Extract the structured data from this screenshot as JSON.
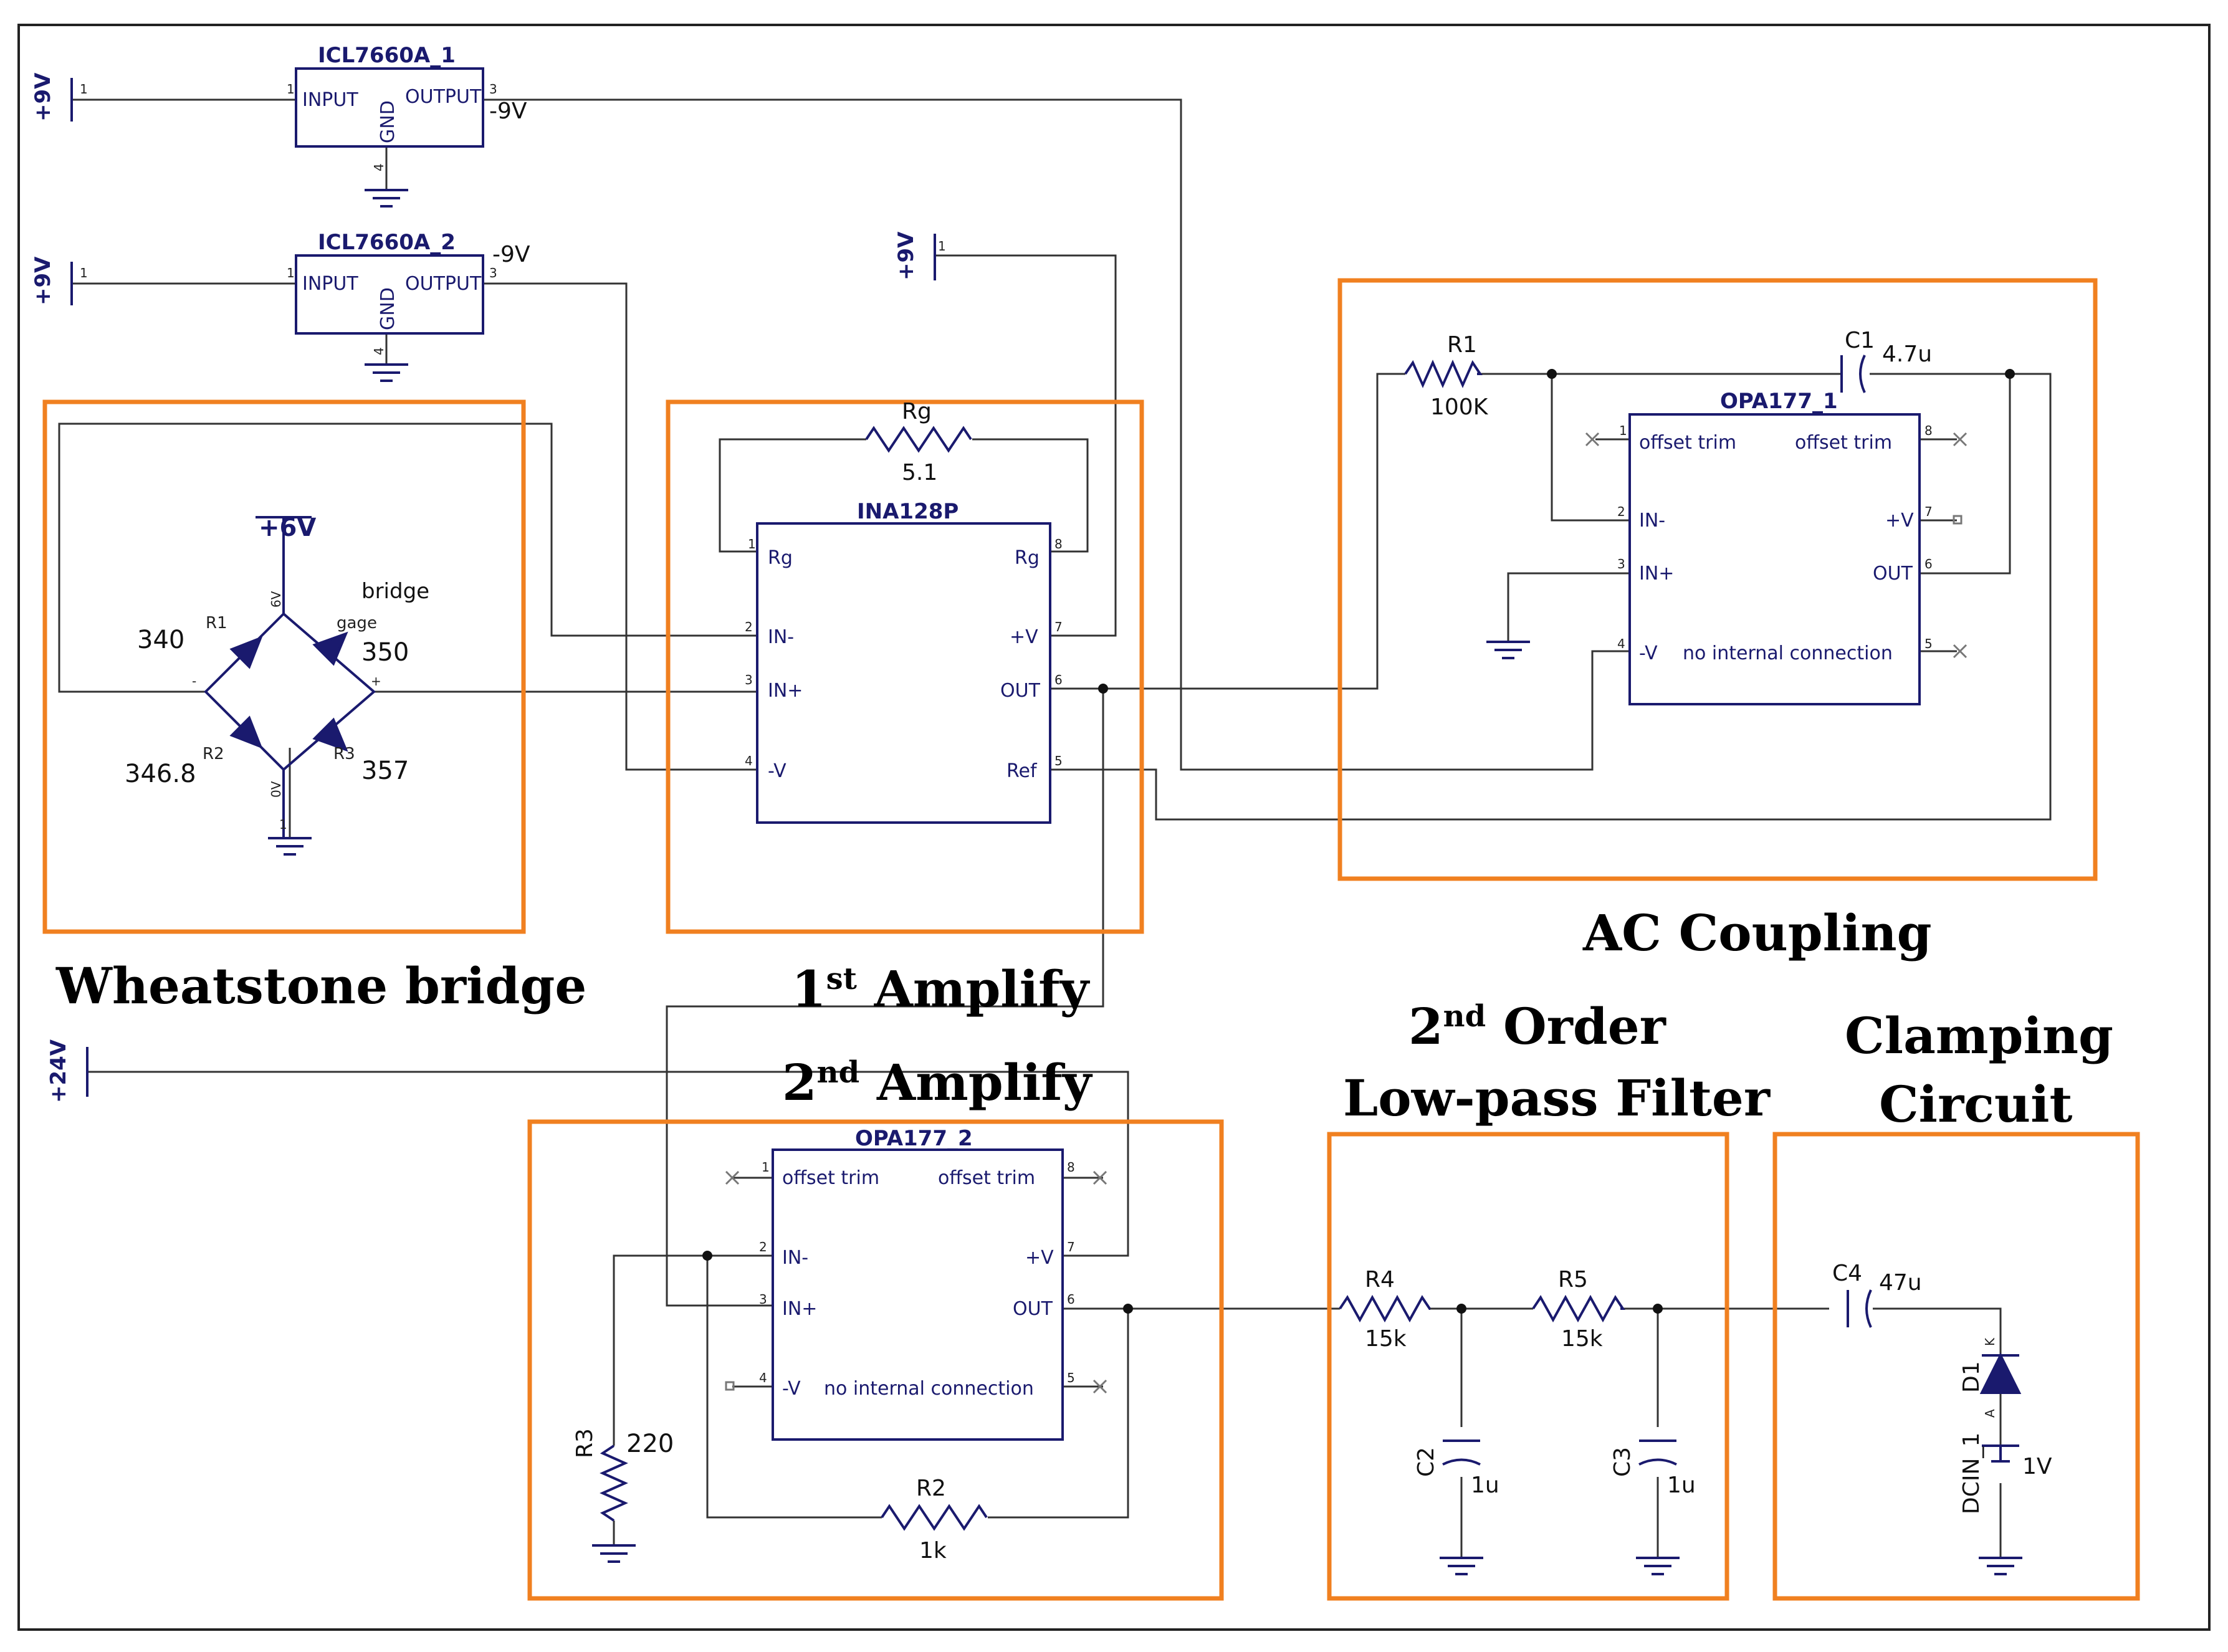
{
  "sections": {
    "wheatstone": "Wheatstone bridge",
    "amp1_ordinal": "1",
    "amp1_suffix": "st",
    "amp1_word": " Amplify",
    "amp2_ordinal": "2",
    "amp2_suffix": "nd",
    "amp2_word": " Amplify",
    "ac": "AC Coupling",
    "lpf_ordinal": "2",
    "lpf_suffix": "nd",
    "lpf_word": "  Order",
    "lpf_line2": "Low-pass Filter",
    "clamp_line1": "Clamping",
    "clamp_line2": "Circuit"
  },
  "rails": {
    "p9v_1": "+9V",
    "p9v_2": "+9V",
    "p9v_3": "+9V",
    "p6v": "+6V",
    "p24v": "+24V",
    "m9v_1": "-9V",
    "m9v_2": "-9V"
  },
  "icl1": {
    "name": "ICL7660A_1",
    "input": "INPUT",
    "output": "OUTPUT",
    "gnd": "GND",
    "p1": "1",
    "p3": "3",
    "p4": "4"
  },
  "icl2": {
    "name": "ICL7660A_2",
    "input": "INPUT",
    "output": "OUTPUT",
    "gnd": "GND",
    "p1": "1",
    "p3": "3",
    "p4": "4"
  },
  "bridge": {
    "title": "bridge",
    "gage": "gage",
    "r1": "R1",
    "r1_val": "340",
    "r2": "R2",
    "r2_val": "346.8",
    "r3": "R3",
    "r3_val": "357",
    "gage_val": "350",
    "top": "6V",
    "bottom": "0V",
    "minus": "-",
    "plus": "+",
    "pin1": "1"
  },
  "ina": {
    "name": "INA128P",
    "rg_label": "Rg",
    "rg_val": "5.1",
    "p_rg1": "Rg",
    "p_inm": "IN-",
    "p_inp": "IN+",
    "p_mv": "-V",
    "p_rg8": "Rg",
    "p_pv": "+V",
    "p_out": "OUT",
    "p_ref": "Ref",
    "n1": "1",
    "n2": "2",
    "n3": "3",
    "n4": "4",
    "n5": "5",
    "n6": "6",
    "n7": "7",
    "n8": "8"
  },
  "opa1": {
    "name": "OPA177_1",
    "offset_l": "offset trim",
    "offset_r": "offset trim",
    "inm": "IN-",
    "inp": "IN+",
    "mv": "-V",
    "nic": "no internal connection",
    "pv": "+V",
    "out": "OUT",
    "r1": "R1",
    "r1_val": "100K",
    "c1": "C1",
    "c1_val": "4.7u",
    "n1": "1",
    "n2": "2",
    "n3": "3",
    "n4": "4",
    "n5": "5",
    "n6": "6",
    "n7": "7",
    "n8": "8"
  },
  "opa2": {
    "name": "OPA177_2",
    "offset_l": "offset trim",
    "offset_r": "offset trim",
    "inm": "IN-",
    "inp": "IN+",
    "mv": "-V",
    "nic": "no internal connection",
    "pv": "+V",
    "out": "OUT",
    "r2": "R2",
    "r2_val": "1k",
    "r3": "R3",
    "r3_val": "220",
    "n1": "1",
    "n2": "2",
    "n3": "3",
    "n4": "4",
    "n5": "5",
    "n6": "6",
    "n7": "7",
    "n8": "8"
  },
  "lpf": {
    "r4": "R4",
    "r4_val": "15k",
    "r5": "R5",
    "r5_val": "15k",
    "c2": "C2",
    "c2_val": "1u",
    "c3": "C3",
    "c3_val": "1u"
  },
  "clamp": {
    "c4": "C4",
    "c4_val": "47u",
    "d1": "D1",
    "dcin": "DCIN_1",
    "dcin_val": "1V",
    "k": "K",
    "a": "A"
  }
}
